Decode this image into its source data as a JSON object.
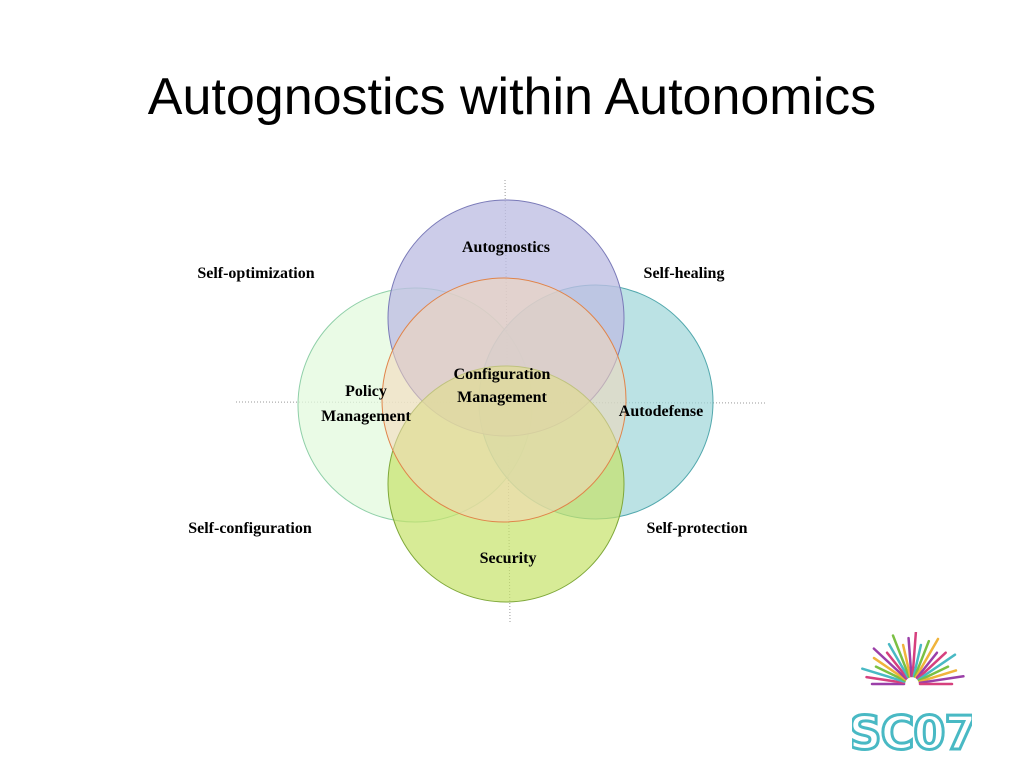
{
  "slide": {
    "title": "Autognostics within Autonomics"
  },
  "diagram": {
    "circles": {
      "autognostics": {
        "label": "Autognostics",
        "fill": "#bebee3",
        "stroke": "#7a7ab8"
      },
      "policy": {
        "label_line1": "Policy",
        "label_line2": "Management",
        "fill": "#e3f9dd",
        "stroke": "#8fcfa8"
      },
      "autodefense": {
        "label": "Autodefense",
        "fill": "#9ed6d8",
        "stroke": "#52a8ad"
      },
      "security": {
        "label": "Security",
        "fill": "#c6e26a",
        "stroke": "#7fa83a"
      },
      "configuration": {
        "label_line1": "Configuration",
        "label_line2": "Management",
        "fill": "#f4d7b8",
        "stroke": "#e0844a"
      }
    },
    "quadrants": {
      "top_left": "Self-optimization",
      "top_right": "Self-healing",
      "bottom_left": "Self-configuration",
      "bottom_right": "Self-protection"
    }
  },
  "logo": {
    "text": "SC07",
    "colors": [
      "#9b3fa8",
      "#d6407e",
      "#49b9c4",
      "#7bc043",
      "#f0b43c"
    ]
  }
}
